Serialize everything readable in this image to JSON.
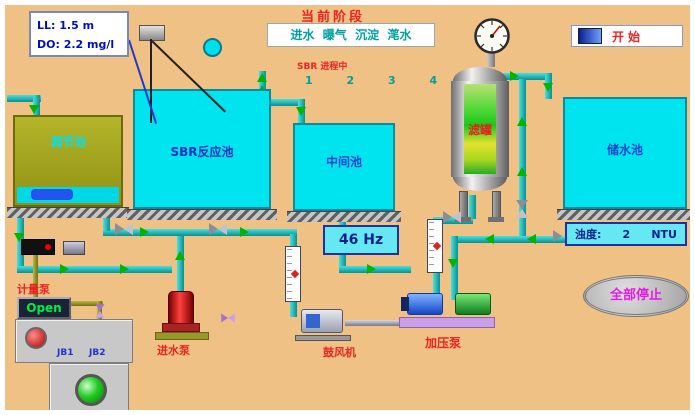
{
  "info_box": {
    "ll": "LL: 1.5 m",
    "do": "DO: 2.2 mg/l"
  },
  "stage": {
    "title": "当前阶段",
    "phases": "进水  曝气  沉淀  滗水",
    "sbr_progress": "SBR 进程中",
    "steps": "1 2 3 4"
  },
  "controls": {
    "start": "开始",
    "stop_all": "全部停止",
    "open": "Open",
    "jb1": "JB1",
    "jb2": "JB2"
  },
  "tanks": {
    "regulation": "调节池",
    "sbr": "SBR反应池",
    "middle": "中间池",
    "filter": "滤罐",
    "storage": "储水池"
  },
  "displays": {
    "frequency": "46 Hz",
    "turbidity_label": "浊度:",
    "turbidity_value": "2",
    "turbidity_unit": "NTU"
  },
  "equipment": {
    "inlet_pump": "进水泵",
    "blower": "鼓风机",
    "pressure_pump": "加压泵",
    "metering_pump": "计量泵"
  }
}
